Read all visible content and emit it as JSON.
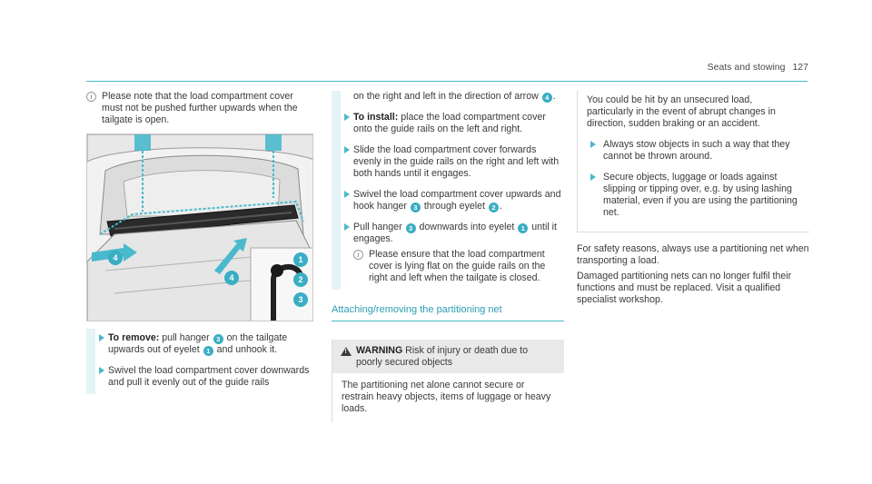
{
  "header": {
    "section": "Seats and stowing",
    "page_number": "127"
  },
  "column1": {
    "note": "Please note that the load compartment cover must not be pushed further upwards when the tailgate is open.",
    "illustration": {
      "callouts": [
        "1",
        "2",
        "3",
        "4",
        "4"
      ]
    },
    "steps": [
      {
        "lead": "To remove:",
        "parts": [
          "pull hanger",
          "3",
          "on the tailgate upwards out of eyelet",
          "1",
          "and unhook it."
        ]
      },
      {
        "lead": "",
        "parts": [
          "Swivel the load compartment cover downwards and pull it evenly out of the guide rails"
        ]
      }
    ]
  },
  "column2": {
    "continuation": [
      "on the right and left in the direction of arrow",
      "4",
      "."
    ],
    "steps": [
      {
        "lead": "To install:",
        "parts": [
          "place the load compartment cover onto the guide rails on the left and right."
        ]
      },
      {
        "lead": "",
        "parts": [
          "Slide the load compartment cover forwards evenly in the guide rails on the right and left with both hands until it engages."
        ]
      },
      {
        "lead": "",
        "parts": [
          "Swivel the load compartment cover upwards and hook hanger",
          "3",
          "through eyelet",
          "2",
          "."
        ]
      },
      {
        "lead": "",
        "parts": [
          "Pull hanger",
          "3",
          "downwards into eyelet",
          "1",
          "until it engages."
        ]
      }
    ],
    "sub_note": "Please ensure that the load compartment cover is lying flat on the guide rails on the right and left when the tailgate is closed.",
    "section_title": "Attaching/removing the partitioning net",
    "warning": {
      "label": "WARNING",
      "headline": "Risk of injury or death due to poorly secured objects",
      "body": "The partitioning net alone cannot secure or restrain heavy objects, items of luggage or heavy loads."
    }
  },
  "column3": {
    "warning_cont": {
      "text": "You could be hit by an unsecured load, particularly in the event of abrupt changes in direction, sudden braking or an accident.",
      "steps": [
        "Always stow objects in such a way that they cannot be thrown around.",
        "Secure objects, luggage or loads against slipping or tipping over, e.g. by using lashing material, even if you are using the partitioning net."
      ]
    },
    "para1": "For safety reasons, always use a partitioning net when transporting a load.",
    "para2": "Damaged partitioning nets can no longer fulfil their functions and must be replaced. Visit a qualified specialist workshop."
  }
}
